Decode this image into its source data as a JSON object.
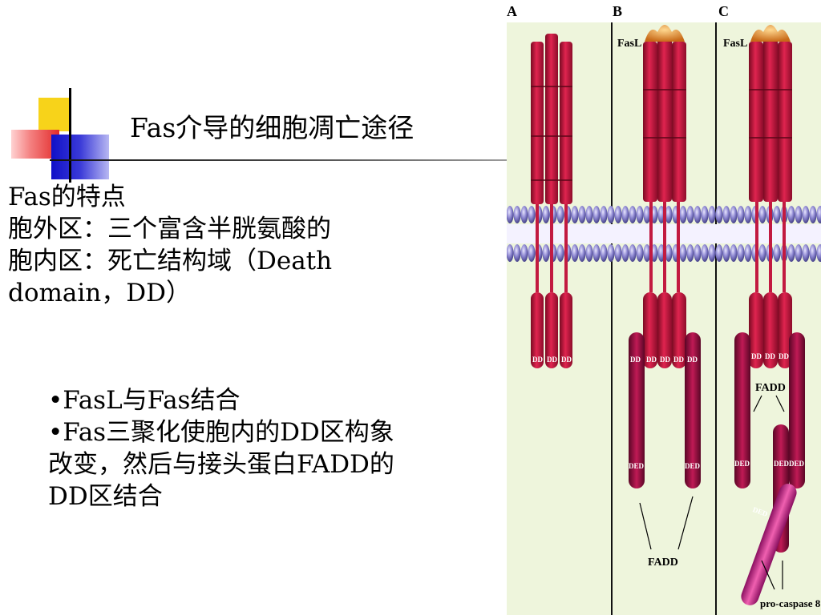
{
  "slide": {
    "title": "Fas介导的细胞凋亡途径",
    "features": [
      "Fas的特点",
      "胞外区：三个富含半胱氨酸的",
      "胞内区：死亡结构域（Death",
      "domain，DD）"
    ],
    "bullets": [
      "•FasL与Fas结合",
      "•Fas三聚化使胞内的DD区构象",
      "改变，然后与接头蛋白FADD的",
      "DD区结合"
    ]
  },
  "figure": {
    "panel_labels": [
      "A",
      "B",
      "C"
    ],
    "fasl_label": "FasL",
    "dd_label": "DD",
    "ded_label": "DED",
    "fadd_label": "FADD",
    "procaspase_label": "pro-caspase 8",
    "colors": {
      "background": "#eef5dc",
      "receptor": "#d81c4a",
      "fasl": "#f2a040",
      "fadd": "#a8174a",
      "procaspase": "#e0409a",
      "membrane": "#8b86c8"
    }
  }
}
